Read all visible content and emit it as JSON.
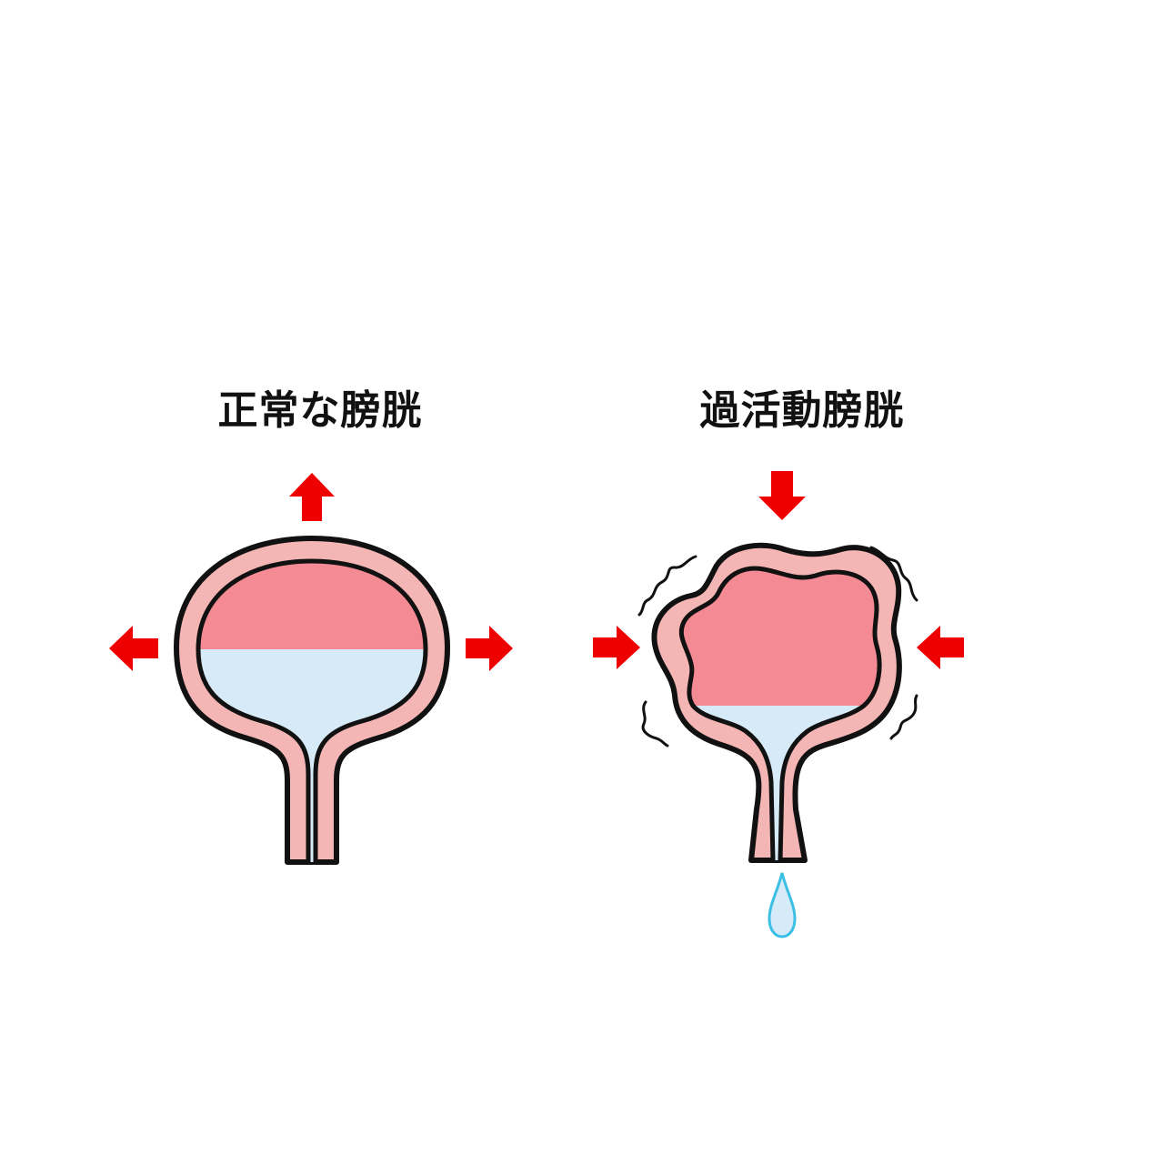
{
  "panels": [
    {
      "title": "正常な膀胱",
      "state": "normal",
      "arrow_direction": "outward"
    },
    {
      "title": "過活動膀胱",
      "state": "overactive",
      "arrow_direction": "inward"
    }
  ],
  "colors": {
    "wall": "#f4b6b4",
    "air": "#f48a93",
    "urine": "#d6ebf7",
    "outline": "#111111",
    "arrow": "#ee0000",
    "drop": "#3bbfe5"
  }
}
